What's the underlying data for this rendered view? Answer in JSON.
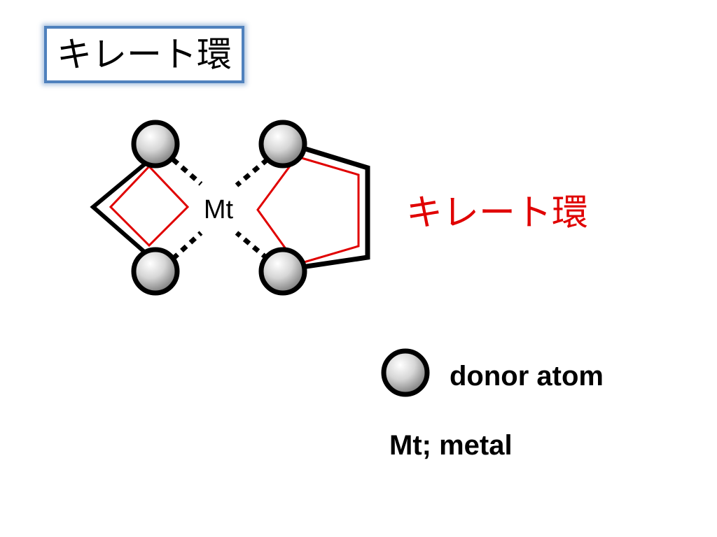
{
  "title": "キレート環",
  "diagram": {
    "metal_symbol": "Mt",
    "ring_label": "キレート環",
    "ring_color": "#e00000",
    "bond_color": "#000000",
    "atom_fill_light": "#ffffff",
    "atom_fill_dark": "#6e6e6e"
  },
  "legend": {
    "donor_label": "donor atom",
    "metal_label": "Mt; metal"
  }
}
